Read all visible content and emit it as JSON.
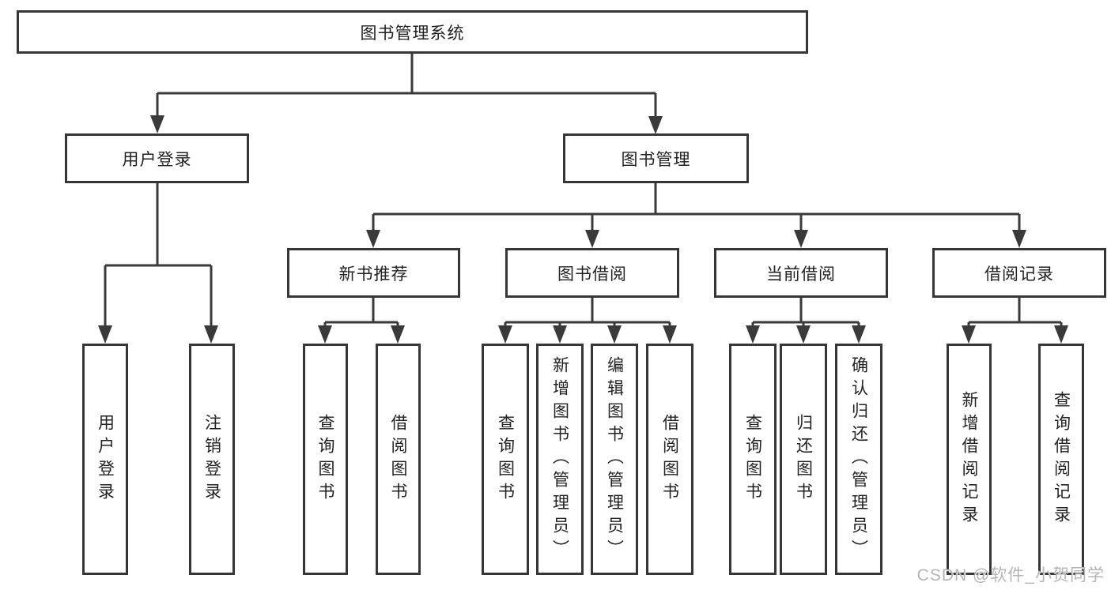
{
  "nodes": {
    "root": "图书管理系统",
    "user_login": "用户登录",
    "book_mgmt": "图书管理",
    "new_book_rec": "新书推荐",
    "book_borrow": "图书借阅",
    "current_borrow": "当前借阅",
    "borrow_record": "借阅记录",
    "leaf_user_login": "用户登录",
    "leaf_logout": "注销登录",
    "leaf_query_book_1": "查询图书",
    "leaf_borrow_book_1": "借阅图书",
    "leaf_query_book_2": "查询图书",
    "leaf_add_book": "新增图书（管理员）",
    "leaf_edit_book": "编辑图书（管理员）",
    "leaf_borrow_book_2": "借阅图书",
    "leaf_query_book_3": "查询图书",
    "leaf_return_book": "归还图书",
    "leaf_confirm_return": "确认归还（管理员）",
    "leaf_add_record": "新增借阅记录",
    "leaf_query_record": "查询借阅记录"
  },
  "hierarchy": {
    "图书管理系统": [
      "用户登录",
      "图书管理"
    ],
    "用户登录": [
      "用户登录",
      "注销登录"
    ],
    "图书管理": [
      "新书推荐",
      "图书借阅",
      "当前借阅",
      "借阅记录"
    ],
    "新书推荐": [
      "查询图书",
      "借阅图书"
    ],
    "图书借阅": [
      "查询图书",
      "新增图书（管理员）",
      "编辑图书（管理员）",
      "借阅图书"
    ],
    "当前借阅": [
      "查询图书",
      "归还图书",
      "确认归还（管理员）"
    ],
    "借阅记录": [
      "新增借阅记录",
      "查询借阅记录"
    ]
  },
  "watermark": "CSDN @软件_小贺同学",
  "colors": {
    "line": "#3a3a3a",
    "box_border": "#363636",
    "box_fill": "#ffffff",
    "text": "#222222",
    "watermark": "#b5b5b5",
    "background": "#ffffff"
  }
}
